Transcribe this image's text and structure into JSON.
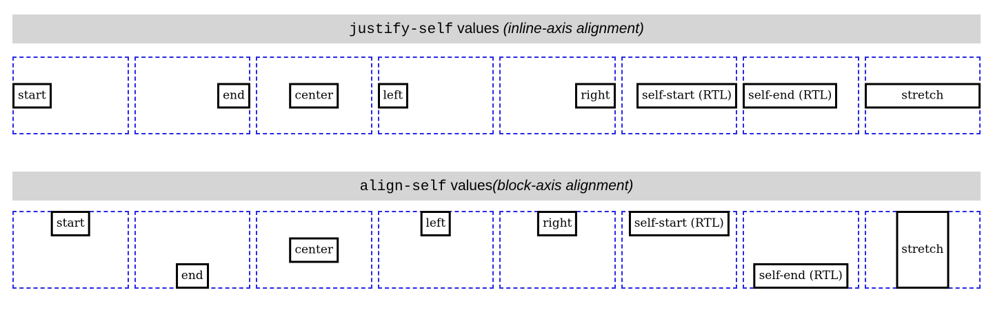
{
  "colors": {
    "header_bg": "#d5d5d5",
    "container_border": "#2828e6",
    "item_border": "#000000",
    "text": "#000000"
  },
  "sections": [
    {
      "id": "justify-self",
      "header": {
        "code": "justify-self",
        "mid": " values ",
        "italic": "(inline-axis alignment)"
      },
      "axis": "inline",
      "items": [
        {
          "label": "start",
          "position": "inline-start"
        },
        {
          "label": "end",
          "position": "inline-end"
        },
        {
          "label": "center",
          "position": "inline-center"
        },
        {
          "label": "left",
          "position": "inline-start"
        },
        {
          "label": "right",
          "position": "inline-end"
        },
        {
          "label": "self-start (RTL)",
          "position": "inline-end"
        },
        {
          "label": "self-end (RTL)",
          "position": "inline-start"
        },
        {
          "label": "stretch",
          "position": "inline-stretch"
        }
      ]
    },
    {
      "id": "align-self",
      "header": {
        "code": "align-self",
        "mid": " values",
        "italic": "(block-axis alignment)"
      },
      "axis": "block",
      "items": [
        {
          "label": "start",
          "position": "block-start"
        },
        {
          "label": "end",
          "position": "block-end"
        },
        {
          "label": "center",
          "position": "block-center"
        },
        {
          "label": "left",
          "position": "block-start"
        },
        {
          "label": "right",
          "position": "block-start"
        },
        {
          "label": "self-start (RTL)",
          "position": "block-start"
        },
        {
          "label": "self-end (RTL)",
          "position": "block-end"
        },
        {
          "label": "stretch",
          "position": "block-stretch"
        }
      ]
    }
  ]
}
